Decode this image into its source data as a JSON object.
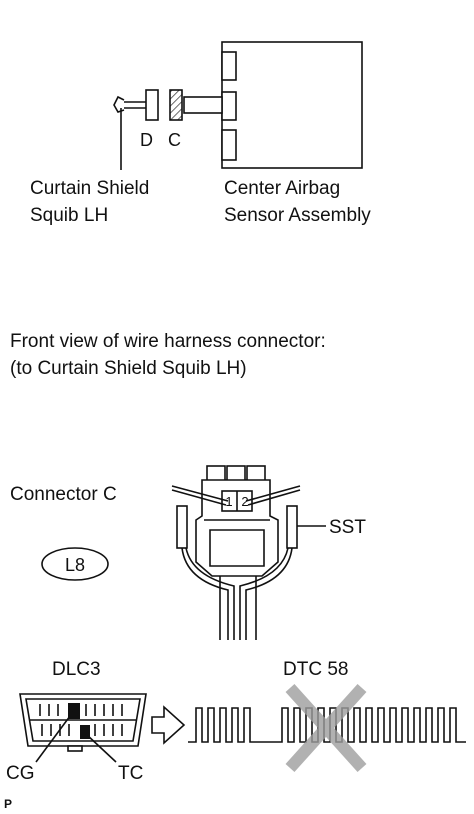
{
  "top_diagram": {
    "connector_d_label": "D",
    "connector_c_label": "C",
    "squib_label_line1": "Curtain Shield",
    "squib_label_line2": "Squib LH",
    "sensor_label_line1": "Center Airbag",
    "sensor_label_line2": "Sensor Assembly"
  },
  "harness_caption": {
    "line1": "Front view of wire harness connector:",
    "line2": "(to Curtain Shield Squib LH)"
  },
  "connector_view": {
    "connector_label": "Connector C",
    "connector_code": "L8",
    "pin1": "1",
    "pin2": "2",
    "sst_label": "SST"
  },
  "dlc": {
    "dlc_label": "DLC3",
    "dtc_label": "DTC 58",
    "cg_label": "CG",
    "tc_label": "TC"
  },
  "footer": {
    "corner_mark": "P"
  },
  "colors": {
    "ink": "#111111",
    "hatch": "#444444",
    "cross": "#9e9e9e",
    "pin_fill": "#111111"
  }
}
